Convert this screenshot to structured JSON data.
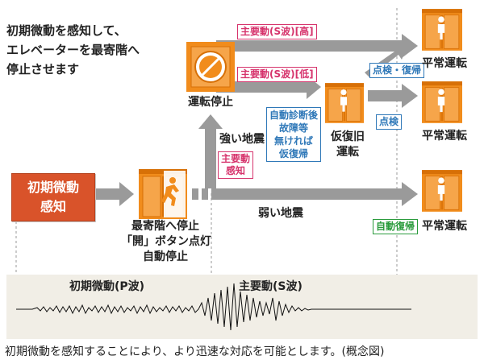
{
  "intro_lines": [
    "初期微動を感知して、",
    "エレベーターを最寄階へ",
    "停止させます"
  ],
  "start_box": [
    "初期微動",
    "感知"
  ],
  "nearest_floor": [
    "最寄階へ停止",
    "「開」ボタン点灯",
    "自動停止"
  ],
  "operation_stop": "運転停止",
  "stop_sign": "stop",
  "strong_quake": "強い地震",
  "tag_main_detect": [
    "主要動",
    "感知"
  ],
  "weak_quake": "弱い地震",
  "tag_main_high": "主要動(S波)[高]",
  "tag_main_low": "主要動(S波)[低]",
  "self_diagnosis": [
    "自動診断後",
    "故障等",
    "無ければ",
    "仮復帰"
  ],
  "temp_restore": [
    "仮復旧",
    "運転"
  ],
  "tag_inspect_restore": "点検・復帰",
  "tag_inspect": "点検",
  "tag_auto_restore": "自動復帰",
  "normal_operation": [
    "平常運転",
    "平常運転",
    "平常運転"
  ],
  "wave_p": "初期微動(P波)",
  "wave_s": "主要動(S波)",
  "caption": "初期微動を感知することにより、より迅速な対応を可能とします。(概念図)",
  "colors": {
    "orange": "#f18c1c",
    "orange_dark": "#d77007",
    "red_box": "#d9532a",
    "arrow_gray": "#9a9a9a",
    "pink": "#d6336c",
    "blue": "#2f78b8",
    "green": "#2a9b3c",
    "band": "#f1eee6"
  },
  "icons": [
    "elevator-running-person-icon",
    "stop-sign-icon",
    "elevator-person-icon"
  ]
}
